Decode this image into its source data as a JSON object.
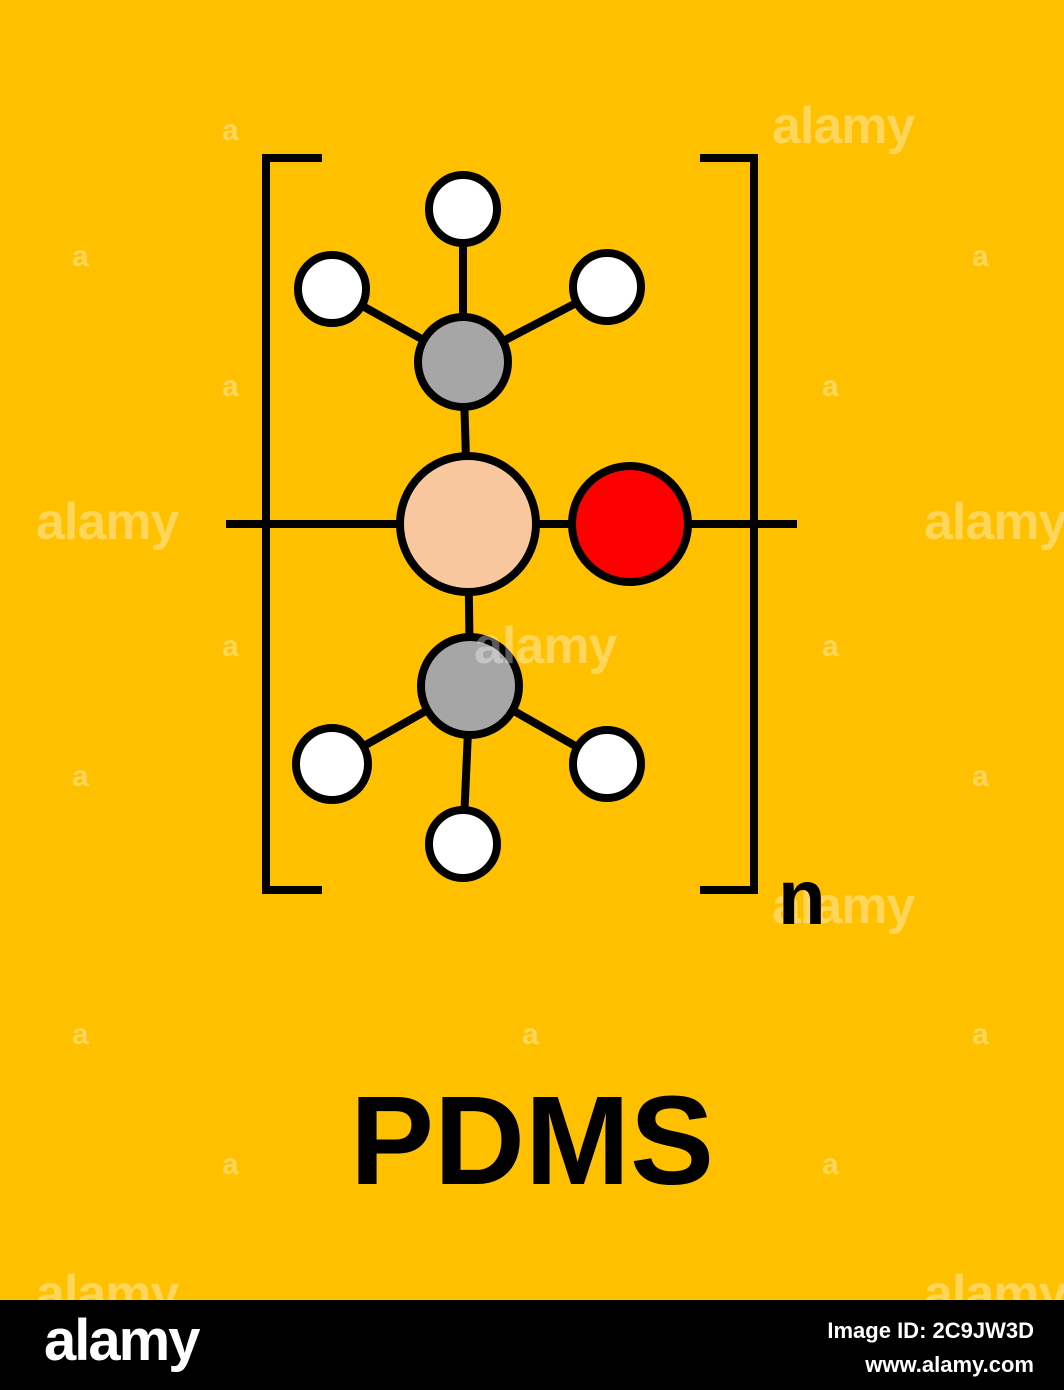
{
  "title": "PDMS",
  "repeat_subscript": "n",
  "colors": {
    "background": "#FFC000",
    "bond": "#000000",
    "hydrogen": "#FFFFFF",
    "carbon": "#A6A6A6",
    "silicon": "#F9C79E",
    "oxygen": "#FF0000"
  },
  "atoms": [
    "H",
    "H",
    "H",
    "C",
    "Si",
    "O",
    "C",
    "H",
    "H",
    "H"
  ],
  "watermark": {
    "brand": "alamy",
    "letter": "a"
  },
  "footer": {
    "logo": "alamy",
    "image_id": "Image ID: 2C9JW3D",
    "website": "www.alamy.com"
  }
}
